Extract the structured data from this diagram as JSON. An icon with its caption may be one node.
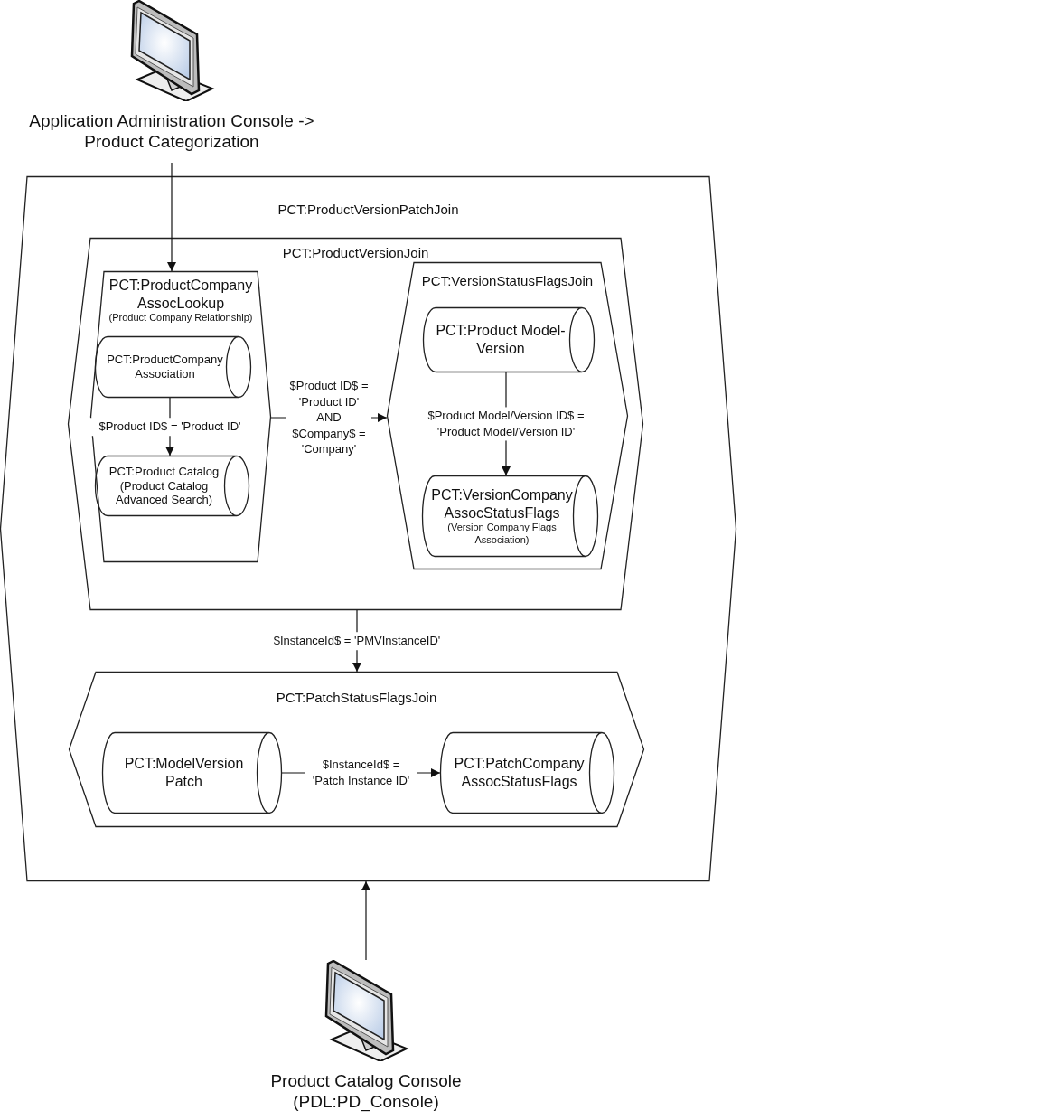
{
  "diagram": {
    "nodes": [
      {
        "text": [
          "Application Administration Console -> Product Categorization"
        ]
      },
      {
        "text": [
          "PCT:ProductVersionPatchJoin"
        ]
      },
      {
        "text": [
          "PCT:ProductVersionJoin"
        ],
        "in": 1
      },
      {
        "text": [
          "PCT:ProductCompany AssocLookup",
          "(Product Company Relationship)"
        ],
        "in": 2
      },
      {
        "text": [
          "PCT:ProductCompany Association"
        ],
        "in": 3
      },
      {
        "text": [
          "PCT:Product Catalog (Product Catalog Advanced Search)"
        ],
        "in": 3
      },
      {
        "text": [
          "PCT:VersionStatusFlagsJoin"
        ],
        "in": 2
      },
      {
        "text": [
          "PCT:Product Model-Version"
        ],
        "in": 6
      },
      {
        "text": [
          "PCT:VersionCompany AssocStatusFlags",
          "(Version Company Flags Association)"
        ],
        "in": 6
      },
      {
        "text": [
          "PCT:PatchStatusFlagsJoin"
        ],
        "in": 1
      },
      {
        "text": [
          "PCT:ModelVersion Patch"
        ],
        "in": 9
      },
      {
        "text": [
          "PCT:PatchCompany AssocStatusFlags"
        ],
        "in": 9
      },
      {
        "text": [
          "Product Catalog Console (PDL:PD_Console)"
        ]
      }
    ],
    "edges": [
      {
        "from": 0,
        "to": 3,
        "arrow": "to"
      },
      {
        "from": 4,
        "to": 5,
        "arrow": "to",
        "label": "$Product ID$ = 'Product ID'"
      },
      {
        "from": 3,
        "to": 6,
        "arrow": "to",
        "label": "$Product ID$ = 'Product ID' AND $Company$ = 'Company'"
      },
      {
        "from": 7,
        "to": 8,
        "arrow": "to",
        "label": "$Product Model/Version ID$ = 'Product Model/Version ID'"
      },
      {
        "from": 2,
        "to": 9,
        "arrow": "to",
        "label": "$InstanceId$ = 'PMVInstanceID'"
      },
      {
        "from": 10,
        "to": 11,
        "arrow": "to",
        "label": "$InstanceId$ = 'Patch Instance ID'"
      },
      {
        "from": 12,
        "to": 1,
        "arrow": "to"
      }
    ]
  }
}
